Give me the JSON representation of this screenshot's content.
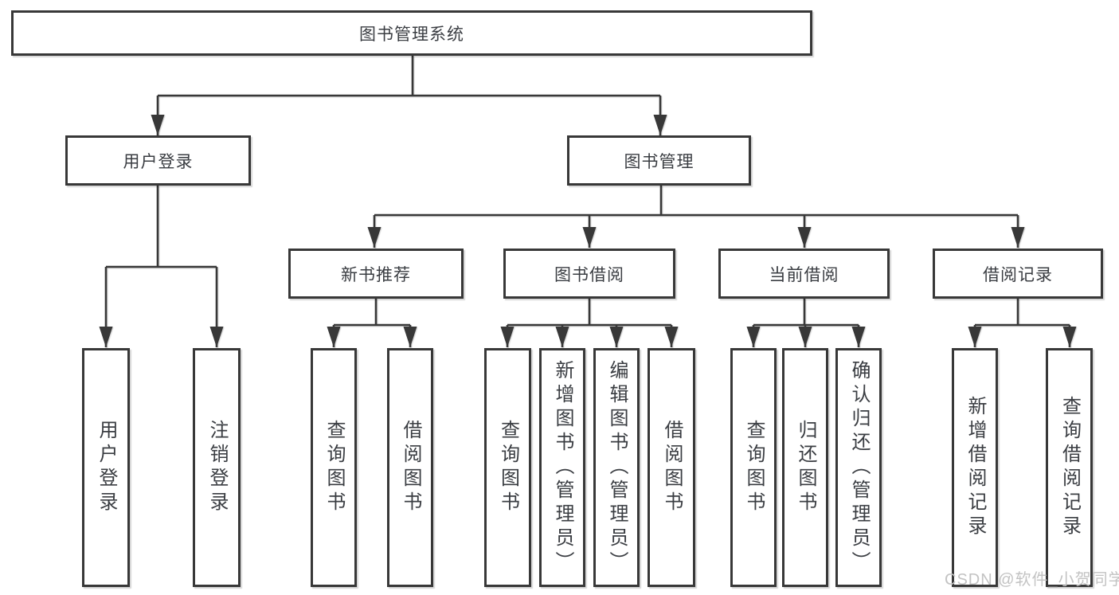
{
  "tree": {
    "root": {
      "label": "图书管理系统",
      "children": [
        {
          "label": "用户登录",
          "children": [
            {
              "label": "用户登录"
            },
            {
              "label": "注销登录"
            }
          ]
        },
        {
          "label": "图书管理",
          "children": [
            {
              "label": "新书推荐",
              "children": [
                {
                  "label": "查询图书"
                },
                {
                  "label": "借阅图书"
                }
              ]
            },
            {
              "label": "图书借阅",
              "children": [
                {
                  "label": "查询图书"
                },
                {
                  "label": "新增图书（管理员）"
                },
                {
                  "label": "编辑图书（管理员）"
                },
                {
                  "label": "借阅图书"
                }
              ]
            },
            {
              "label": "当前借阅",
              "children": [
                {
                  "label": "查询图书"
                },
                {
                  "label": "归还图书"
                },
                {
                  "label": "确认归还（管理员）"
                }
              ]
            },
            {
              "label": "借阅记录",
              "children": [
                {
                  "label": "新增借阅记录"
                },
                {
                  "label": "查询借阅记录"
                }
              ]
            }
          ]
        }
      ]
    }
  },
  "watermark": {
    "text": "CSDN @软件_小贺同学",
    "color": "#c3c3c3"
  },
  "colors": {
    "line": "#383838",
    "node_border": "#383838",
    "node_text": "#3a3d42",
    "background": "#ffffff"
  }
}
